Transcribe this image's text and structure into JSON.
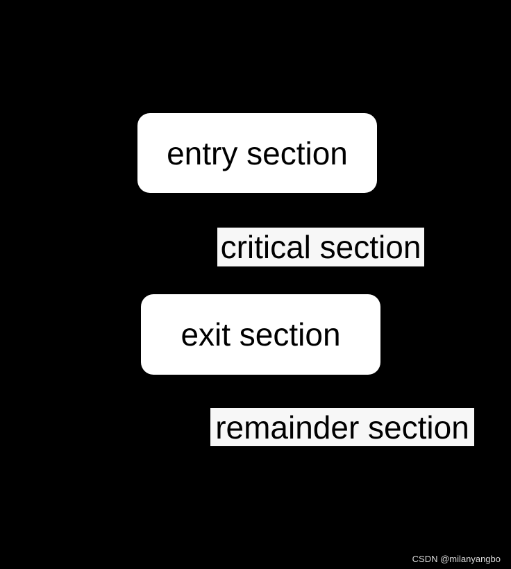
{
  "diagram": {
    "background_color": "#000000",
    "text_color": "#000000",
    "nodes": [
      {
        "id": "entry-section",
        "label": "entry section",
        "shape": "rounded-box",
        "fill": "#ffffff"
      },
      {
        "id": "critical-section",
        "label": "critical section",
        "shape": "highlight-rect",
        "fill": "#f7f7f7"
      },
      {
        "id": "exit-section",
        "label": "exit section",
        "shape": "rounded-box",
        "fill": "#ffffff"
      },
      {
        "id": "remainder-section",
        "label": "remainder section",
        "shape": "highlight-rect",
        "fill": "#f7f7f7"
      }
    ],
    "watermark": {
      "text": "CSDN @milanyangbo",
      "color": "#dcdcdc"
    }
  }
}
